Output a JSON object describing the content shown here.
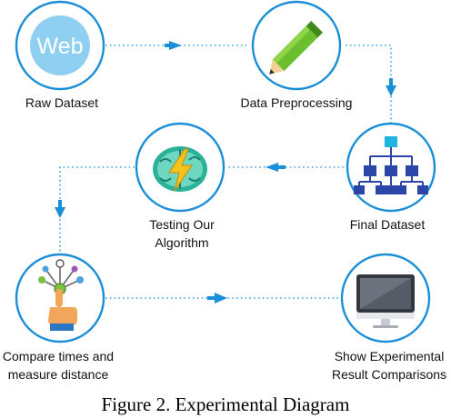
{
  "nodes": {
    "raw_dataset": {
      "label": "Raw Dataset",
      "icon": "web-icon",
      "icon_text": "Web"
    },
    "data_preprocessing": {
      "label": "Data Preprocessing",
      "icon": "pencil-icon"
    },
    "final_dataset": {
      "label": "Final Dataset",
      "icon": "hierarchy-icon"
    },
    "testing_algorithm": {
      "label_line1": "Testing Our",
      "label_line2": "Algorithm",
      "icon": "brain-lightning-icon"
    },
    "compare_times": {
      "label_line1": "Compare times and",
      "label_line2": "measure distance",
      "icon": "hand-network-icon"
    },
    "show_results": {
      "label_line1": "Show Experimental",
      "label_line2": "Result Comparisons",
      "icon": "monitor-icon"
    }
  },
  "caption": "Figure 2. Experimental Diagram",
  "colors": {
    "accent": "#1a8fd8",
    "web_circle": "#8fd0f2",
    "pencil_green": "#6cbf2e",
    "hierarchy_blue": "#2b46a8",
    "hierarchy_top": "#1fb3e0",
    "brain_teal": "#2bb39a",
    "lightning": "#f7c21b",
    "hand_skin": "#f2a65a",
    "monitor_dark": "#333840"
  }
}
